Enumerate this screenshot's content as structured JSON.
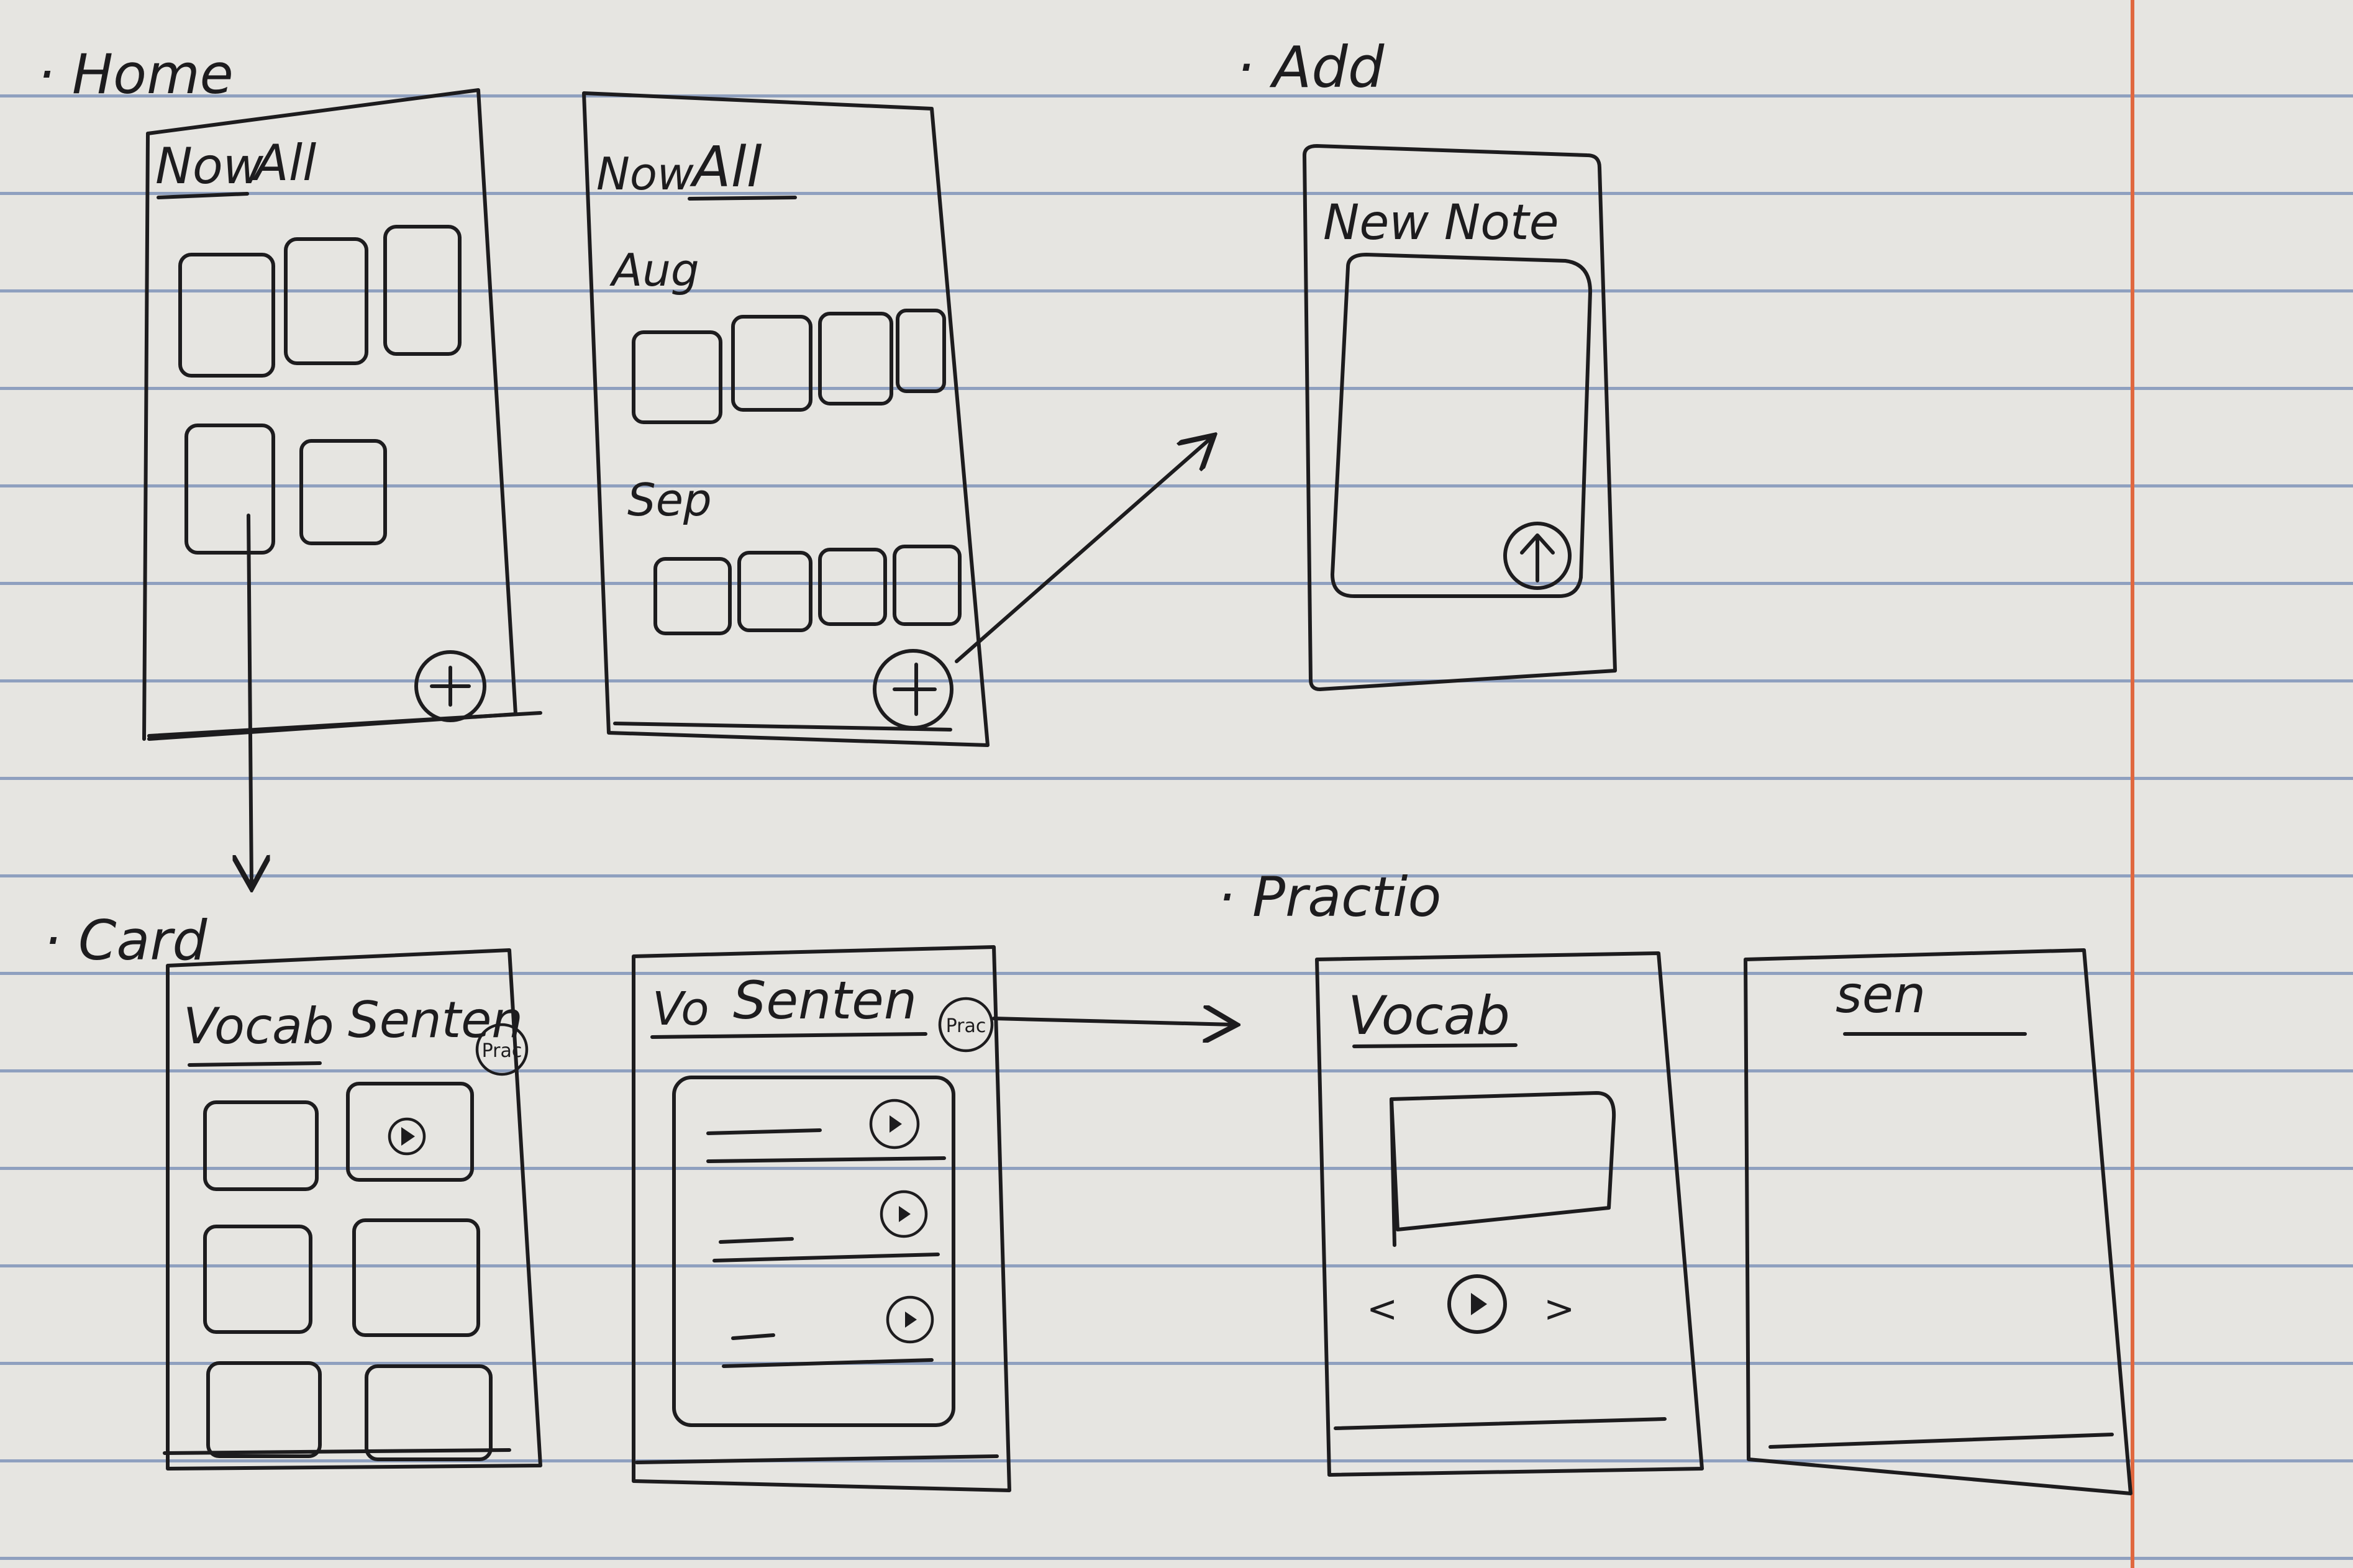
{
  "sections": {
    "home": "· Home",
    "add": "· Add",
    "card": "· Card",
    "practice": "· Practio"
  },
  "home_screen_1": {
    "tab_now": "Now",
    "tab_all": "All"
  },
  "home_screen_2": {
    "tab_now": "Now",
    "tab_all": "All",
    "group_1": "Aug",
    "group_2": "Sep"
  },
  "add_screen": {
    "title": "New Note"
  },
  "card_screen_1": {
    "tab_vocab": "Vocab",
    "tab_sentence": "Senten",
    "badge": "Prac"
  },
  "card_screen_2": {
    "tab_vocab": "Vo",
    "tab_sentence": "Senten",
    "badge": "Prac"
  },
  "practice_screen_1": {
    "title": "Vocab",
    "prev": "<",
    "next": ">"
  },
  "practice_screen_2": {
    "title": "sen"
  },
  "colors": {
    "ink": "#1d1c1e",
    "paper": "#e6e5e1",
    "rule": "#8fa0bf",
    "margin": "#e0683f"
  }
}
